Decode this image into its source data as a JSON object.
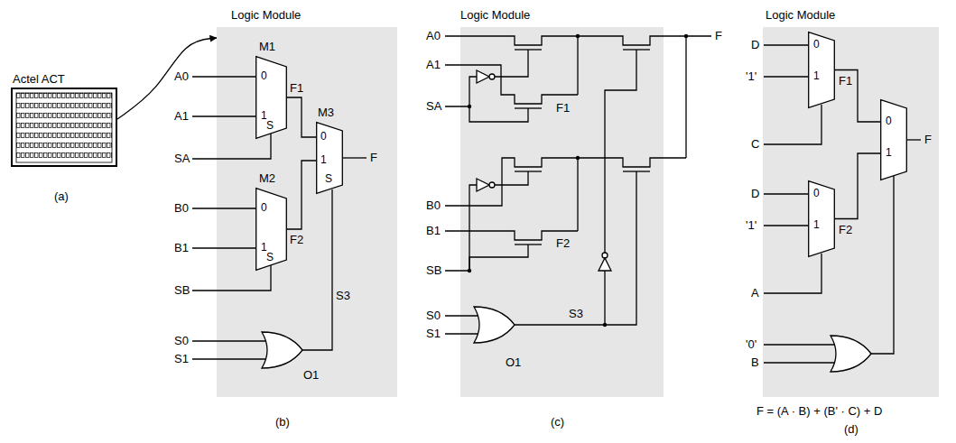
{
  "diagram": {
    "nodes": [
      {
        "text": [
          "Actel ACT"
        ]
      },
      {
        "text": [
          "Logic Module"
        ]
      },
      {
        "text": [
          "M1",
          "0",
          "1",
          "S"
        ],
        "in": 1
      },
      {
        "text": [
          "M2",
          "0",
          "1",
          "S"
        ],
        "in": 1
      },
      {
        "text": [
          "M3",
          "0",
          "1",
          "S"
        ],
        "in": 1
      },
      {
        "text": [
          "Logic Module"
        ]
      },
      {
        "text": [
          "Logic Module"
        ]
      },
      {
        "text": [
          "0",
          "1"
        ],
        "in": 6
      },
      {
        "text": [
          "0",
          "1"
        ],
        "in": 6
      },
      {
        "text": [
          "0",
          "1"
        ],
        "in": 6
      }
    ],
    "edges": [
      {
        "from": 0,
        "to": 1,
        "arrow": "to"
      },
      {
        "from": 2,
        "to": 4,
        "label": "F1",
        "arrow": "none"
      },
      {
        "from": 3,
        "to": 4,
        "label": "F2",
        "arrow": "none"
      },
      {
        "from": 7,
        "to": 9,
        "label": "F1",
        "arrow": "none"
      },
      {
        "from": 8,
        "to": 9,
        "label": "F2",
        "arrow": "none"
      }
    ],
    "labels": [
      "(a)",
      "A0",
      "A1",
      "SA",
      "B0",
      "B1",
      "SB",
      "S0",
      "S1",
      "O1",
      "S3",
      "F",
      "(b)",
      "A0",
      "A1",
      "SA",
      "F1",
      "B0",
      "B1",
      "SB",
      "F2",
      "S0",
      "S1",
      "O1",
      "S3",
      "F",
      "(c)",
      "D",
      "'1'",
      "C",
      "D",
      "'1'",
      "A",
      "'0'",
      "B",
      "F",
      "F = (A · B) + (B' · C) + D",
      "(d)"
    ]
  }
}
